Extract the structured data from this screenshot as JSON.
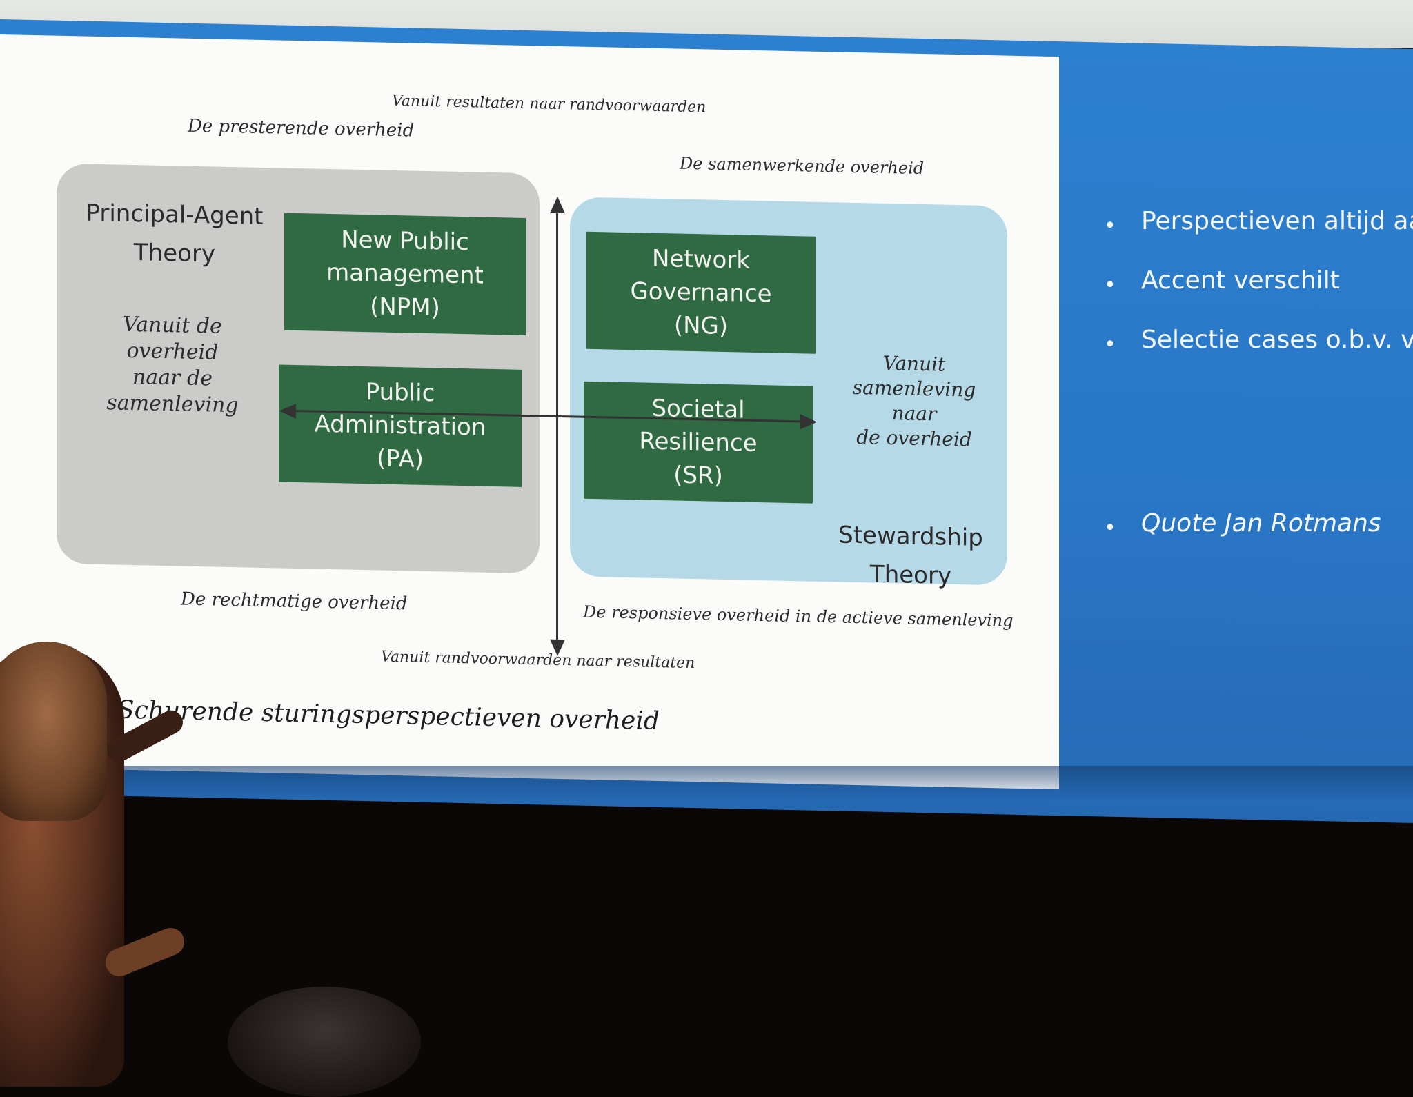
{
  "diagram": {
    "top_axis_label": "Vanuit resultaten naar randvoorwaarden",
    "bottom_axis_label": "Vanuit randvoorwaarden naar resultaten",
    "quadrant_labels": {
      "top_left": "De presterende overheid",
      "top_right": "De samenwerkende overheid",
      "bottom_left": "De rechtmatige overheid",
      "bottom_right": "De responsieve overheid in de actieve samenleving"
    },
    "left_side_label": [
      "Vanuit de",
      "overheid",
      "naar de",
      "samenleving"
    ],
    "right_side_label": [
      "Vanuit",
      "samenleving",
      "naar",
      "de overheid"
    ],
    "left_theory": [
      "Principal-Agent",
      "Theory"
    ],
    "right_theory": [
      "Stewardship",
      "Theory"
    ],
    "boxes": {
      "npm": [
        "New Public",
        "management",
        "(NPM)"
      ],
      "ng": [
        "Network",
        "Governance",
        "(NG)"
      ],
      "pa": [
        "Public",
        "Administration",
        "(PA)"
      ],
      "sr": [
        "Societal",
        "Resilience",
        "(SR)"
      ]
    },
    "caption": "Schurende sturingsperspectieven overheid"
  },
  "bullets": [
    "Perspectieven altijd aa",
    "Accent verschilt",
    "Selectie cases o.b.v. va",
    "Quote Jan Rotmans"
  ],
  "colors": {
    "slide_blue": "#2a78c8",
    "box_green": "#2f6a42",
    "panel_gray": "#cbccca",
    "panel_blue": "#b6d9e8"
  }
}
